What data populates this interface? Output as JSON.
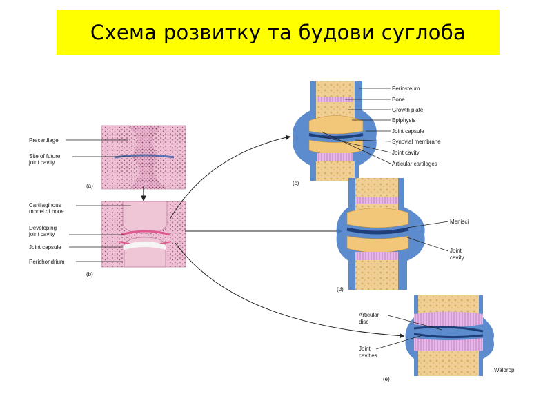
{
  "title": "Схема розвитку та будови суглоба",
  "panel_a": {
    "id": "(a)",
    "labels": [
      "Precartilage",
      "Site of future",
      "joint cavity"
    ]
  },
  "panel_b": {
    "id": "(b)",
    "labels": [
      "Cartilaginous",
      "model of bone",
      "Developing",
      "joint cavity",
      "Joint capsule",
      "Perichondrium"
    ]
  },
  "panel_c": {
    "id": "(c)",
    "labels": [
      "Periosteum",
      "Bone",
      "Growth plate",
      "Epiphysis",
      "Joint capsule",
      "Synovial membrane",
      "Joint cavity",
      "Articular cartilages"
    ]
  },
  "panel_d": {
    "id": "(d)",
    "labels": [
      "Menisci",
      "Joint",
      "cavity"
    ]
  },
  "panel_e": {
    "id": "(e)",
    "labels": [
      "Articular",
      "disc",
      "Joint",
      "cavities"
    ]
  },
  "credit": "Waldrop"
}
